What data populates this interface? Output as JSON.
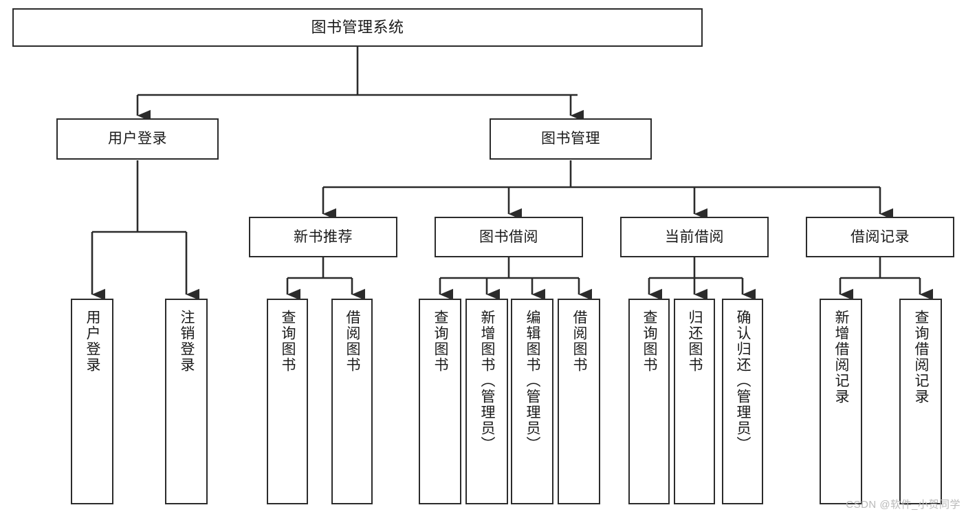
{
  "diagram": {
    "title": "图书管理系统",
    "type": "tree-hierarchy",
    "orientation": "top-down",
    "line_color": "#2b2b2b",
    "box_fill": "#ffffff",
    "text_color": "#1a1a1a"
  },
  "nodes": {
    "root": {
      "label": "图书管理系统"
    },
    "level1": [
      {
        "label": "用户登录"
      },
      {
        "label": "图书管理"
      }
    ],
    "level2": [
      {
        "label": "新书推荐"
      },
      {
        "label": "图书借阅"
      },
      {
        "label": "当前借阅"
      },
      {
        "label": "借阅记录"
      }
    ],
    "leaves_user_login": [
      {
        "label": "用户登录"
      },
      {
        "label": "注销登录"
      }
    ],
    "leaves_new_book": [
      {
        "label": "查询图书"
      },
      {
        "label": "借阅图书"
      }
    ],
    "leaves_borrow": [
      {
        "label": "查询图书"
      },
      {
        "label": "新增图书（管理员）"
      },
      {
        "label": "编辑图书（管理员）"
      },
      {
        "label": "借阅图书"
      }
    ],
    "leaves_current": [
      {
        "label": "查询图书"
      },
      {
        "label": "归还图书"
      },
      {
        "label": "确认归还（管理员）"
      }
    ],
    "leaves_record": [
      {
        "label": "新增借阅记录"
      },
      {
        "label": "查询借阅记录"
      }
    ]
  },
  "watermark": {
    "text": "CSDN @软件_小贺同学",
    "color": "#b9b9b9"
  }
}
